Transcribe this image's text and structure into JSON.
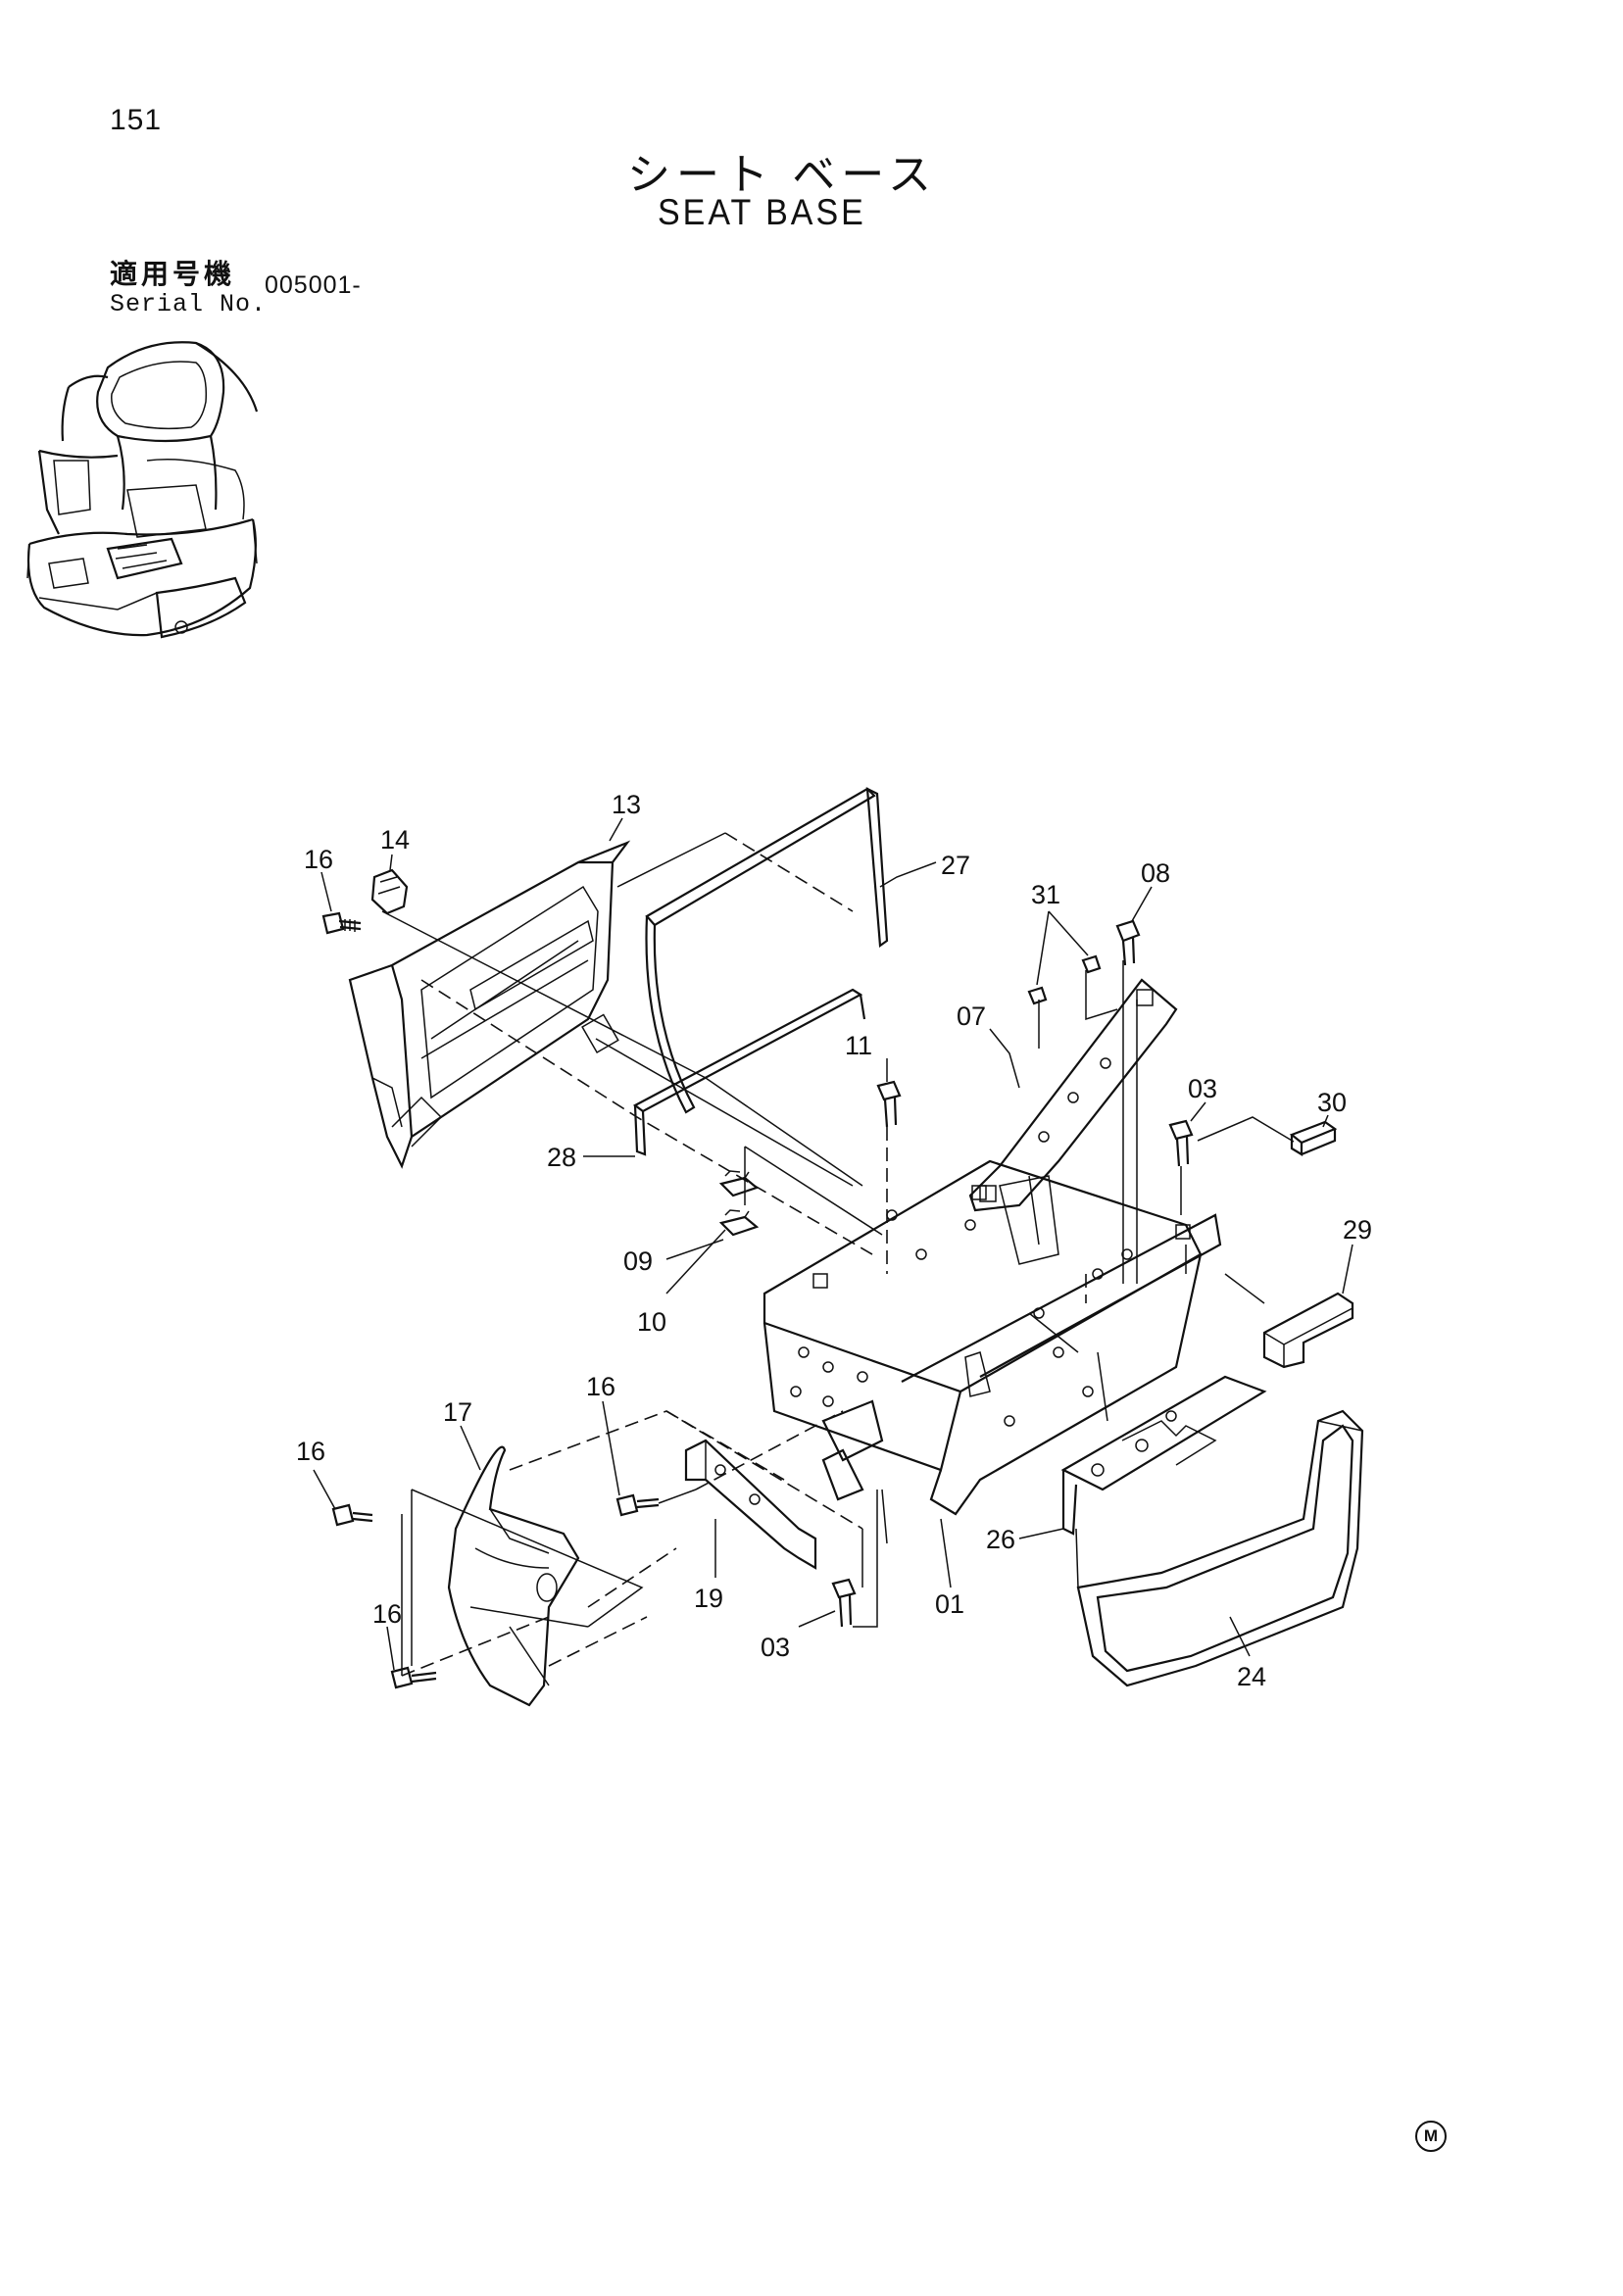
{
  "page": {
    "number": "151",
    "title_jp": "シート ベース",
    "title_en": "SEAT BASE",
    "serial_label_jp": "適用号機",
    "serial_label_en": "Serial No.",
    "serial_value": "005001-",
    "corner_mark": "M"
  },
  "callouts": [
    {
      "id": "13",
      "label": "13"
    },
    {
      "id": "14",
      "label": "14"
    },
    {
      "id": "16a",
      "label": "16"
    },
    {
      "id": "27",
      "label": "27"
    },
    {
      "id": "31",
      "label": "31"
    },
    {
      "id": "08",
      "label": "08"
    },
    {
      "id": "07",
      "label": "07"
    },
    {
      "id": "11",
      "label": "11"
    },
    {
      "id": "03a",
      "label": "03"
    },
    {
      "id": "30",
      "label": "30"
    },
    {
      "id": "28",
      "label": "28"
    },
    {
      "id": "29",
      "label": "29"
    },
    {
      "id": "09",
      "label": "09"
    },
    {
      "id": "10",
      "label": "10"
    },
    {
      "id": "16b",
      "label": "16"
    },
    {
      "id": "17",
      "label": "17"
    },
    {
      "id": "16c",
      "label": "16"
    },
    {
      "id": "26",
      "label": "26"
    },
    {
      "id": "19",
      "label": "19"
    },
    {
      "id": "01",
      "label": "01"
    },
    {
      "id": "16d",
      "label": "16"
    },
    {
      "id": "03b",
      "label": "03"
    },
    {
      "id": "24",
      "label": "24"
    }
  ]
}
